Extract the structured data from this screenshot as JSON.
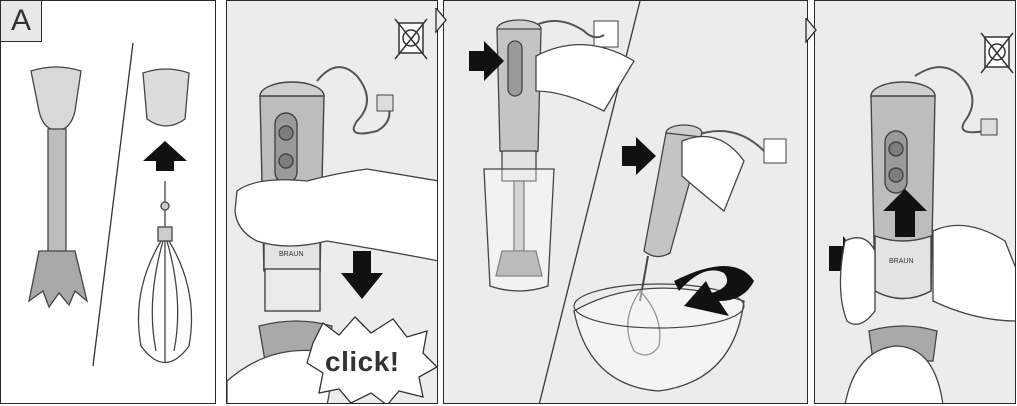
{
  "figure": {
    "label": "A",
    "click_text": "click!",
    "brand": "BRAUN"
  },
  "icons": [
    "no-power-icon",
    "arrow-up-icon",
    "arrow-down-icon",
    "press-arrow-icon",
    "rotate-arrow-icon"
  ]
}
